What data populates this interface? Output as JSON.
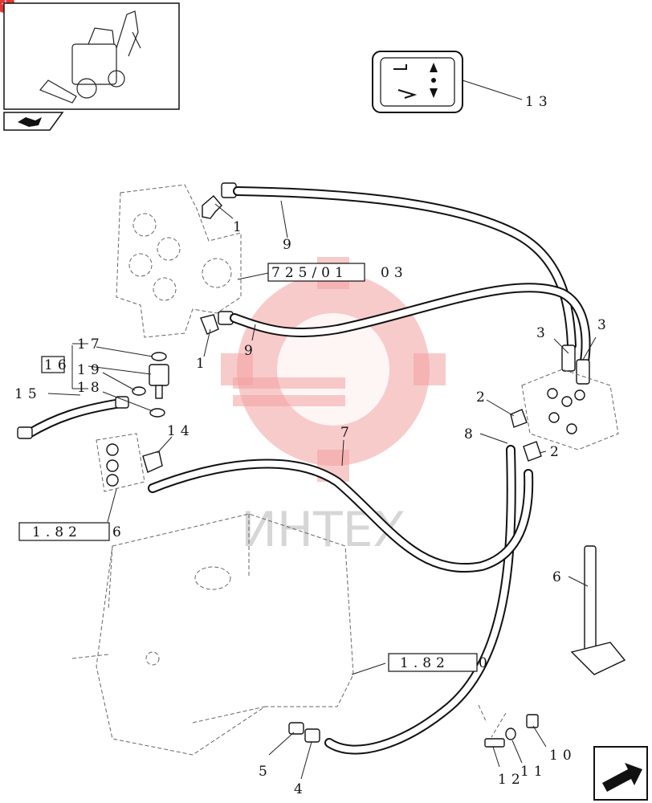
{
  "watermark": {
    "text": "ИНТЕХ",
    "color": "#e85050"
  },
  "corner_badge": {
    "text": "+"
  },
  "thumbnail": {
    "icon": "backhoe-loader-icon"
  },
  "nav_tab": {
    "icon": "page-turn-icon"
  },
  "nav_next": {
    "icon": "next-page-arrow-icon"
  },
  "decal": {
    "icon": "control-decal-icon"
  },
  "callouts": [
    {
      "id": "c1a",
      "text": "1"
    },
    {
      "id": "c1b",
      "text": "1"
    },
    {
      "id": "c2a",
      "text": "2"
    },
    {
      "id": "c2b",
      "text": "2"
    },
    {
      "id": "c3a",
      "text": "3"
    },
    {
      "id": "c3b",
      "text": "3"
    },
    {
      "id": "c4",
      "text": "4"
    },
    {
      "id": "c5",
      "text": "5"
    },
    {
      "id": "c6",
      "text": "6"
    },
    {
      "id": "c7",
      "text": "7"
    },
    {
      "id": "c8",
      "text": "8"
    },
    {
      "id": "c9a",
      "text": "9"
    },
    {
      "id": "c9b",
      "text": "9"
    },
    {
      "id": "c10",
      "text": "10"
    },
    {
      "id": "c11",
      "text": "11"
    },
    {
      "id": "c12",
      "text": "12"
    },
    {
      "id": "c13",
      "text": "13"
    },
    {
      "id": "c14",
      "text": "14"
    },
    {
      "id": "c15",
      "text": "15"
    },
    {
      "id": "c16",
      "text": "16"
    },
    {
      "id": "c17",
      "text": "17"
    },
    {
      "id": "c18",
      "text": "18"
    },
    {
      "id": "c19",
      "text": "19"
    }
  ],
  "references": [
    {
      "id": "r725",
      "text": "725/01",
      "suffix": "03"
    },
    {
      "id": "r1826",
      "text": "1.82",
      "suffix": "6"
    },
    {
      "id": "r1820",
      "text": "1.82",
      "suffix": "0"
    }
  ]
}
